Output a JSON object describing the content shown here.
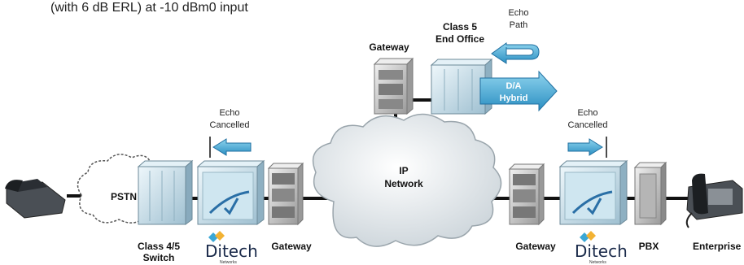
{
  "caption": "(with 6 dB ERL) at -10 dBm0 input",
  "nodes": {
    "pstn": "PSTN",
    "ip_network": [
      "IP",
      "Network"
    ],
    "class45_switch": [
      "Class 4/5",
      "Switch"
    ],
    "gateway_left": "Gateway",
    "gateway_right": "Gateway",
    "gateway_top": "Gateway",
    "class5_office": [
      "Class 5",
      "End Office"
    ],
    "hybrid": [
      "D/A",
      "Hybrid"
    ],
    "pbx": "PBX",
    "enterprise": "Enterprise"
  },
  "annotations": {
    "echo_path": [
      "Echo",
      "Path"
    ],
    "echo_cancelled_left": [
      "Echo",
      "Cancelled"
    ],
    "echo_cancelled_right": [
      "Echo",
      "Cancelled"
    ]
  },
  "branding": {
    "logo_left": "Ditech",
    "logo_left_sub": "Networks",
    "logo_right": "Ditech",
    "logo_right_sub": "Networks"
  },
  "colors": {
    "arrow": "#3aa7d6",
    "arrow_dark": "#1f6fa0",
    "equipment_light": "#d7ecf4",
    "equipment_mid": "#a9c7d6",
    "equipment_gray": "#c8c8c8"
  }
}
